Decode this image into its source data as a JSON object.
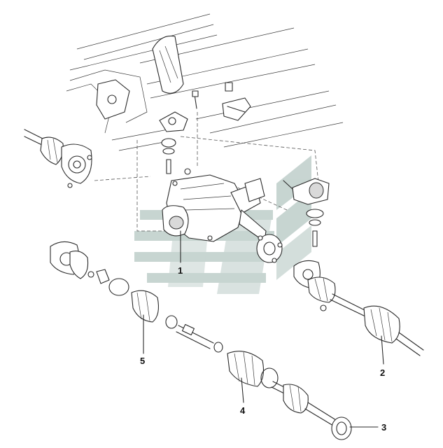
{
  "callouts": [
    {
      "id": "1",
      "label": "1"
    },
    {
      "id": "2",
      "label": "2"
    },
    {
      "id": "3",
      "label": "3"
    },
    {
      "id": "4",
      "label": "4"
    },
    {
      "id": "5",
      "label": "5"
    }
  ],
  "colors": {
    "line": "#2a2a2a",
    "watermark": "#9bb3ad",
    "background": "#ffffff"
  }
}
